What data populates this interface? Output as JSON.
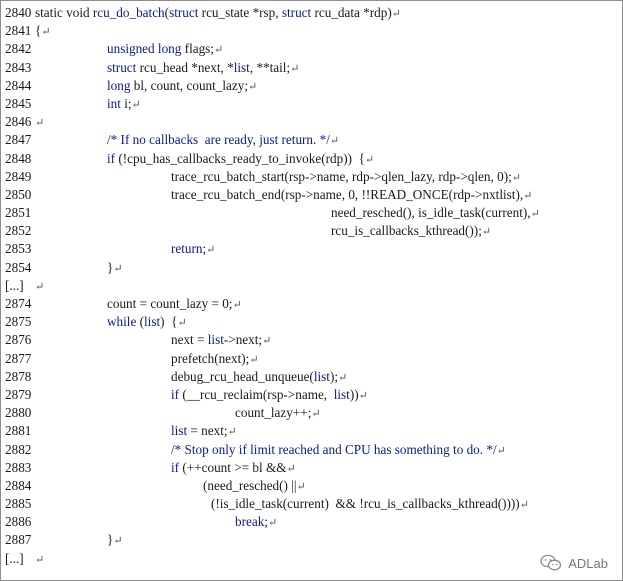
{
  "lines": [
    {
      "num": "2840",
      "indent": 0,
      "segments": [
        {
          "t": "static void "
        },
        {
          "t": "rcu_do_batch",
          "kw": true
        },
        {
          "t": "("
        },
        {
          "t": "struct",
          "kw": true
        },
        {
          "t": " rcu_state *rsp, "
        },
        {
          "t": "struct",
          "kw": true
        },
        {
          "t": " rcu_data *rdp)"
        }
      ]
    },
    {
      "num": "2841",
      "indent": 0,
      "segments": [
        {
          "t": "{"
        }
      ]
    },
    {
      "num": "2842",
      "indent": 1,
      "segments": [
        {
          "t": "unsigned long",
          "kw": true
        },
        {
          "t": " flags;"
        }
      ]
    },
    {
      "num": "2843",
      "indent": 1,
      "segments": [
        {
          "t": "struct",
          "kw": true
        },
        {
          "t": " rcu_head *next, *"
        },
        {
          "t": "list",
          "kw": true
        },
        {
          "t": ", **tail;"
        }
      ]
    },
    {
      "num": "2844",
      "indent": 1,
      "segments": [
        {
          "t": "long",
          "kw": true
        },
        {
          "t": " bl, count, count_lazy;"
        }
      ]
    },
    {
      "num": "2845",
      "indent": 1,
      "segments": [
        {
          "t": "int",
          "kw": true
        },
        {
          "t": " i;"
        }
      ]
    },
    {
      "num": "2846",
      "indent": 0,
      "segments": [
        {
          "t": ""
        }
      ]
    },
    {
      "num": "2847",
      "indent": 1,
      "segments": [
        {
          "t": "/* If no callbacks  are ready, just return. */",
          "kw": true
        }
      ]
    },
    {
      "num": "2848",
      "indent": 1,
      "segments": [
        {
          "t": "if",
          "kw": true
        },
        {
          "t": " (!cpu_has_callbacks_ready_to_invoke(rdp))  {"
        }
      ]
    },
    {
      "num": "2849",
      "indent": 2,
      "segments": [
        {
          "t": "trace_rcu_batch_start(rsp->name, rdp->qlen_lazy, rdp->qlen, 0);"
        }
      ]
    },
    {
      "num": "2850",
      "indent": 2,
      "segments": [
        {
          "t": "trace_rcu_batch_end(rsp->name, 0, !!READ_ONCE(rdp->nxtlist),"
        }
      ]
    },
    {
      "num": "2851",
      "indent": 6,
      "segments": [
        {
          "t": "need_resched(), is_idle_task(current),"
        }
      ]
    },
    {
      "num": "2852",
      "indent": 6,
      "segments": [
        {
          "t": "rcu_is_callbacks_kthread());"
        }
      ]
    },
    {
      "num": "2853",
      "indent": 2,
      "segments": [
        {
          "t": "return",
          "kw": true
        },
        {
          "t": ";"
        }
      ]
    },
    {
      "num": "2854",
      "indent": 1,
      "segments": [
        {
          "t": "}"
        }
      ]
    },
    {
      "num": "[...]",
      "indent": 0,
      "segments": [
        {
          "t": ""
        }
      ]
    },
    {
      "num": "2874",
      "indent": 1,
      "segments": [
        {
          "t": "count = count_lazy = 0;"
        }
      ]
    },
    {
      "num": "2875",
      "indent": 1,
      "segments": [
        {
          "t": "while",
          "kw": true
        },
        {
          "t": " ("
        },
        {
          "t": "list",
          "kw": true
        },
        {
          "t": ")  {"
        }
      ]
    },
    {
      "num": "2876",
      "indent": 2,
      "segments": [
        {
          "t": "next = "
        },
        {
          "t": "list",
          "kw": true
        },
        {
          "t": "->next;"
        }
      ]
    },
    {
      "num": "2877",
      "indent": 2,
      "segments": [
        {
          "t": "prefetch(next);"
        }
      ]
    },
    {
      "num": "2878",
      "indent": 2,
      "segments": [
        {
          "t": "debug_rcu_head_unqueue("
        },
        {
          "t": "list",
          "kw": true
        },
        {
          "t": ");"
        }
      ]
    },
    {
      "num": "2879",
      "indent": 2,
      "segments": [
        {
          "t": "if",
          "kw": true
        },
        {
          "t": " (__rcu_reclaim(rsp->name,  "
        },
        {
          "t": "list",
          "kw": true
        },
        {
          "t": "))"
        }
      ]
    },
    {
      "num": "2880",
      "indent": 5,
      "segments": [
        {
          "t": "count_lazy++;"
        }
      ]
    },
    {
      "num": "2881",
      "indent": 2,
      "segments": [
        {
          "t": "list",
          "kw": true
        },
        {
          "t": " = next;"
        }
      ]
    },
    {
      "num": "2882",
      "indent": 2,
      "segments": [
        {
          "t": "/* Stop only if limit reached and CPU has something to do. */",
          "kw": true
        }
      ]
    },
    {
      "num": "2883",
      "indent": 2,
      "segments": [
        {
          "t": "if",
          "kw": true
        },
        {
          "t": " (++count >= bl &&"
        }
      ]
    },
    {
      "num": "2884",
      "indent": 3,
      "segments": [
        {
          "t": "(need_resched() ||"
        }
      ]
    },
    {
      "num": "2885",
      "indent": 4,
      "segments": [
        {
          "t": "(!is_idle_task(current)  && !rcu_is_callbacks_kthread())))"
        }
      ]
    },
    {
      "num": "2886",
      "indent": 5,
      "segments": [
        {
          "t": "break",
          "kw": true
        },
        {
          "t": ";"
        }
      ]
    },
    {
      "num": "2887",
      "indent": 1,
      "segments": [
        {
          "t": "}"
        }
      ]
    },
    {
      "num": "[...]",
      "indent": 0,
      "segments": [
        {
          "t": ""
        }
      ]
    }
  ],
  "return_mark": "↵",
  "watermark": {
    "icon": "wechat-icon",
    "label": "ADLab"
  },
  "colors": {
    "keyword": "#0a1a8c",
    "text": "#1a1a1a",
    "border": "#8c8c8c"
  }
}
